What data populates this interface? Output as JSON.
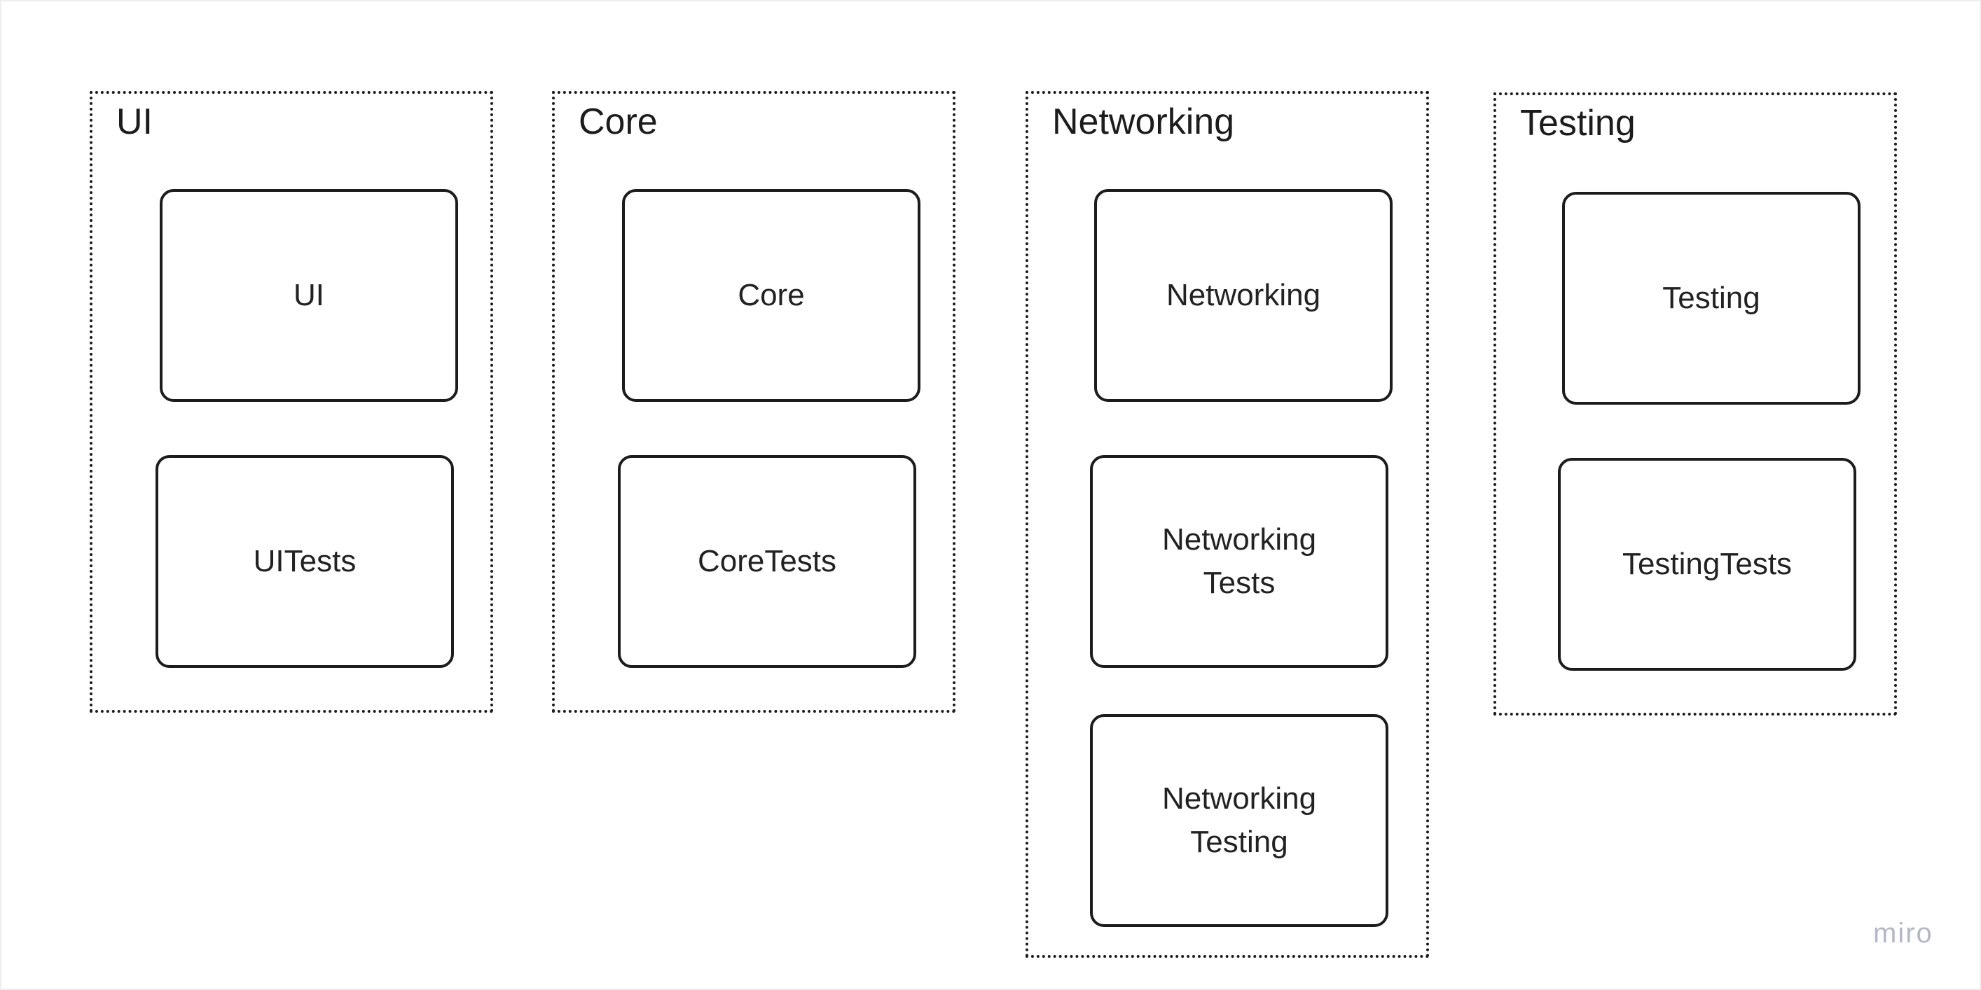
{
  "diagram": {
    "groups": [
      {
        "title": "UI",
        "nodes": [
          "UI",
          "UITests"
        ]
      },
      {
        "title": "Core",
        "nodes": [
          "Core",
          "CoreTests"
        ]
      },
      {
        "title": "Networking",
        "nodes": [
          "Networking",
          "Networking\nTests",
          "Networking\nTesting"
        ]
      },
      {
        "title": "Testing",
        "nodes": [
          "Testing",
          "TestingTests"
        ]
      }
    ],
    "border_color": "#1c1c1c",
    "background_color": "#ffffff"
  },
  "watermark": {
    "text": "miro",
    "color": "#b3b8c7"
  }
}
